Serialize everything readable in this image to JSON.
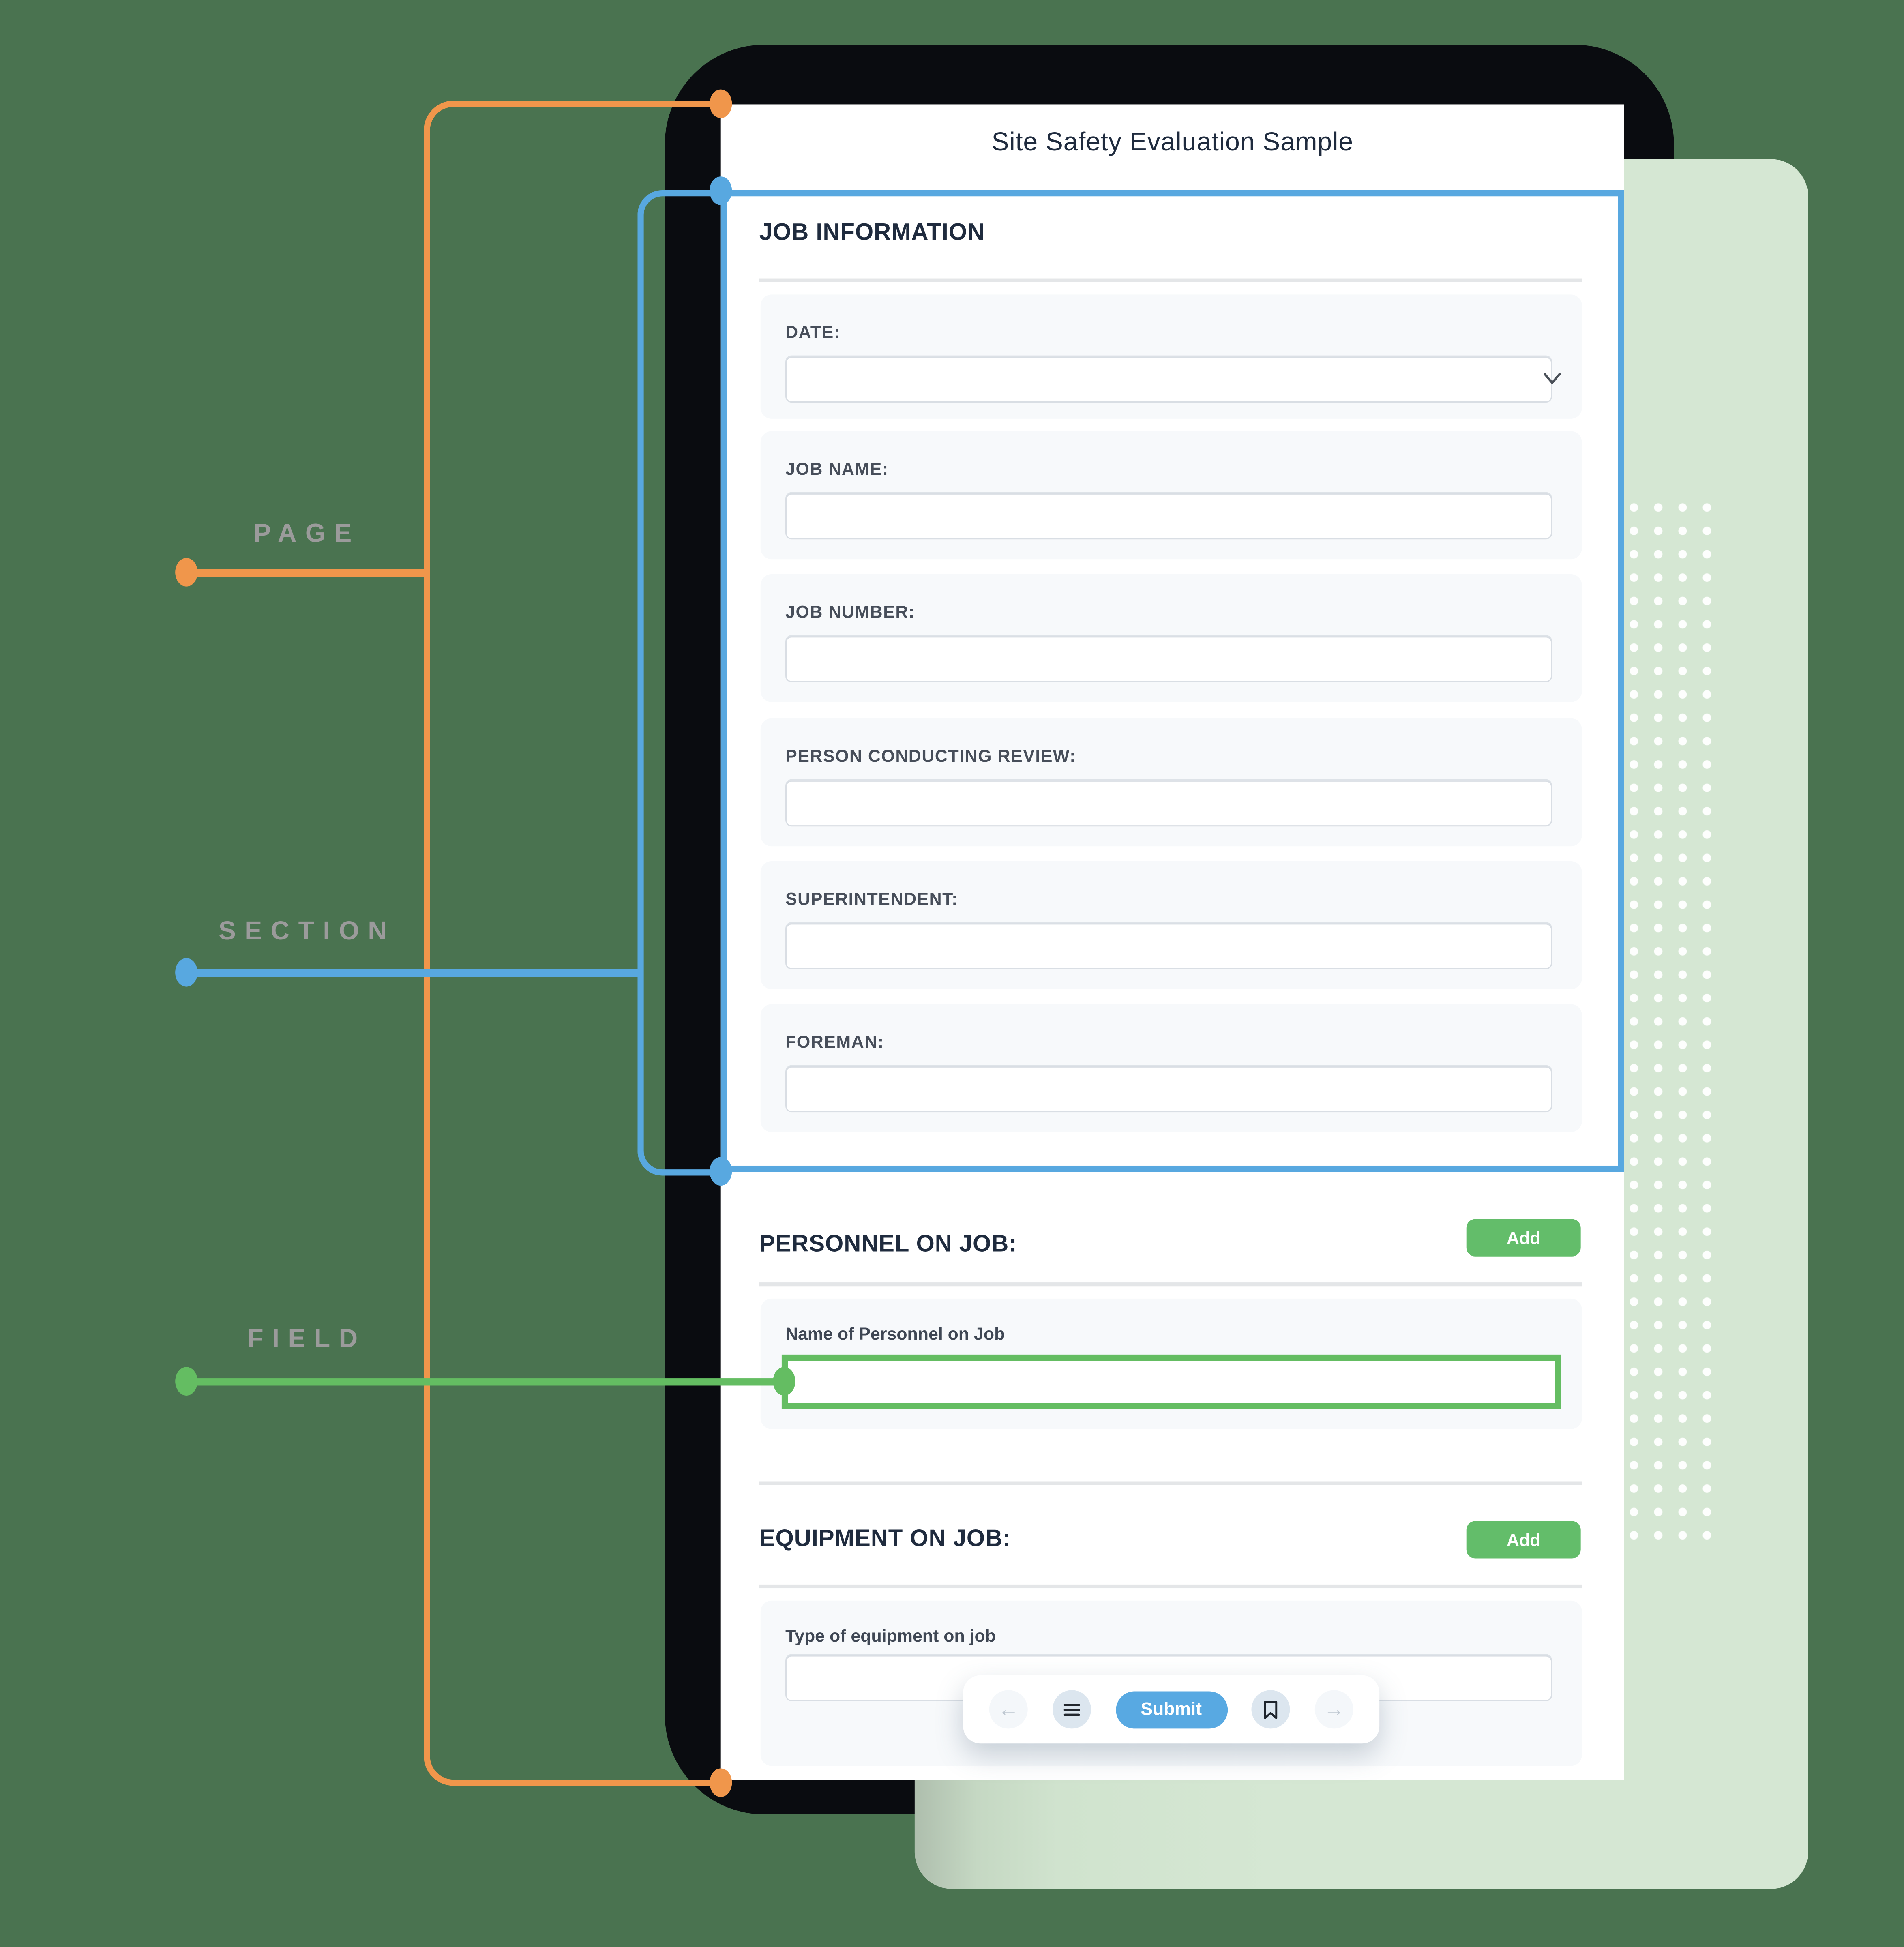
{
  "annotations": {
    "page_label": "PAGE",
    "section_label": "SECTION",
    "field_label": "FIELD"
  },
  "form": {
    "title": "Site Safety Evaluation Sample",
    "job_information": {
      "heading": "JOB INFORMATION",
      "fields": [
        {
          "label": "DATE:",
          "value": "",
          "type": "dropdown"
        },
        {
          "label": "JOB NAME:",
          "value": "",
          "type": "text"
        },
        {
          "label": "JOB NUMBER:",
          "value": "",
          "type": "text"
        },
        {
          "label": "PERSON CONDUCTING REVIEW:",
          "value": "",
          "type": "text"
        },
        {
          "label": "SUPERINTENDENT:",
          "value": "",
          "type": "text"
        },
        {
          "label": "FOREMAN:",
          "value": "",
          "type": "text"
        }
      ]
    },
    "personnel": {
      "heading": "PERSONNEL ON JOB:",
      "add_button_label": "Add",
      "field_label": "Name of Personnel on Job",
      "field_value": ""
    },
    "equipment": {
      "heading": "EQUIPMENT ON JOB:",
      "add_button_label": "Add",
      "field_label": "Type of equipment on job",
      "field_value": ""
    },
    "toolbar": {
      "submit_label": "Submit",
      "icons": [
        "back-arrow",
        "menu",
        "bookmark",
        "forward-arrow"
      ]
    }
  },
  "colors": {
    "background": "#4A7350",
    "phone": "#0A0C10",
    "light_green_card": "#D5E7D3",
    "accent_orange": "#F0964B",
    "accent_blue": "#58A8E0",
    "accent_green": "#64BD62",
    "add_button": "#63BD6A",
    "submit_button": "#58A9E2",
    "heading_navy": "#1F2B3E",
    "annotation_gray": "#9B9B9B"
  }
}
